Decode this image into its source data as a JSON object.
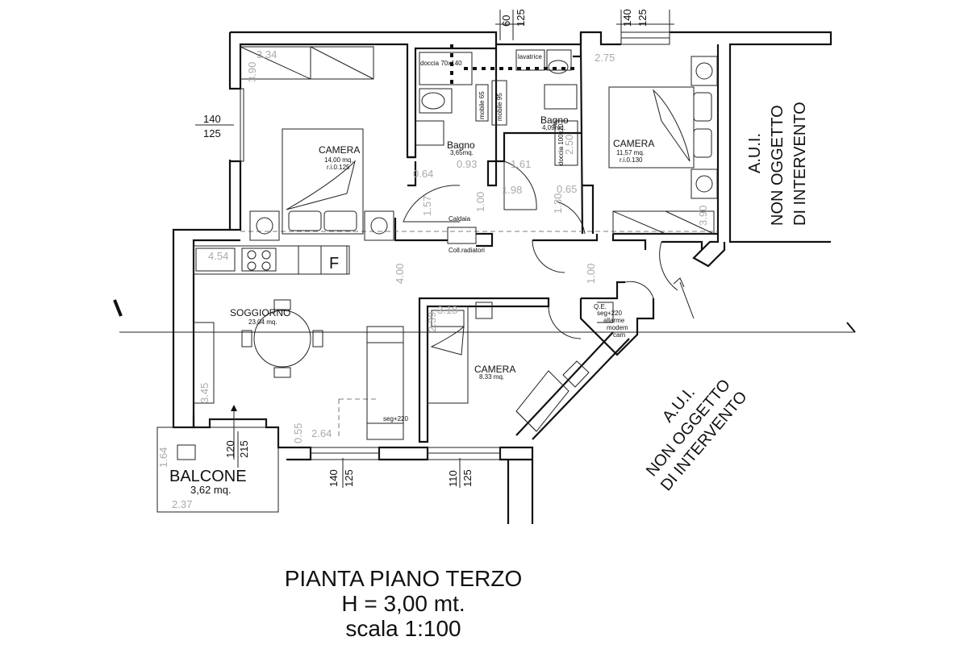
{
  "title": {
    "line1": "PIANTA PIANO TERZO",
    "line2": "H = 3,00 mt.",
    "line3": "scala 1:100"
  },
  "rooms": {
    "camera_left": {
      "name": "CAMERA",
      "area": "14,00 mq.",
      "ri": "r.i.0.125"
    },
    "bagno_1": {
      "name": "Bagno",
      "area": "3,65mq."
    },
    "bagno_2": {
      "name": "Bagno",
      "area": "4,09mq."
    },
    "camera_right": {
      "name": "CAMERA",
      "area": "11,57 mq.",
      "ri": "r.i.0.130"
    },
    "soggiorno": {
      "name": "SOGGIORNO",
      "area": "23,04 mq."
    },
    "camera_small": {
      "name": "CAMERA",
      "area": "8.33 mq."
    },
    "balcone": {
      "name": "BALCONE",
      "area": "3,62 mq."
    }
  },
  "fixtures": {
    "doccia_1": "doccia 70x140",
    "lavatrice": "lavatrice",
    "mobile_65": "mobile 65",
    "mobile_95": "mobile 95",
    "doccia_2": "doccia 100x70",
    "caldaia": "Caldaia",
    "coll": "Coll.radiatori",
    "fridge": "F",
    "qe_1": "Q.E.",
    "qe_2": "seg+220",
    "qe_3": "allarme",
    "qe_4": "modem",
    "qe_5": "cam",
    "seg": "seg+220"
  },
  "aui": {
    "line1": "A.U.I.",
    "line2": "NON OGGETTO",
    "line3": "DI INTERVENTO"
  },
  "dimensions": {
    "d_334": "3.34",
    "d_390": "3.90",
    "d_275": "2.75",
    "d_064": "0.64",
    "d_093": "0.93",
    "d_161": "1.61",
    "d_198": "1.98",
    "d_065": "0.65",
    "d_157": "1.57",
    "d_100a": "1.00",
    "d_130": "1.30",
    "d_250": "2.50",
    "d_390b": "3.90",
    "d_454": "4.54",
    "d_400": "4.00",
    "d_100b": "1.00",
    "d_318": "3.18",
    "d_239": "2.39",
    "d_345": "3.45",
    "d_055": "0.55",
    "d_264": "2.64",
    "d_164": "1.64",
    "d_237": "2.37"
  },
  "openings": {
    "w_60": "60",
    "w_125a": "125",
    "w_140a": "140",
    "w_125b": "125",
    "w_140l": "140",
    "w_125l": "125",
    "w_120": "120",
    "w_215": "215",
    "w_140c": "140",
    "w_125c": "125",
    "w_110": "110",
    "w_125d": "125"
  }
}
